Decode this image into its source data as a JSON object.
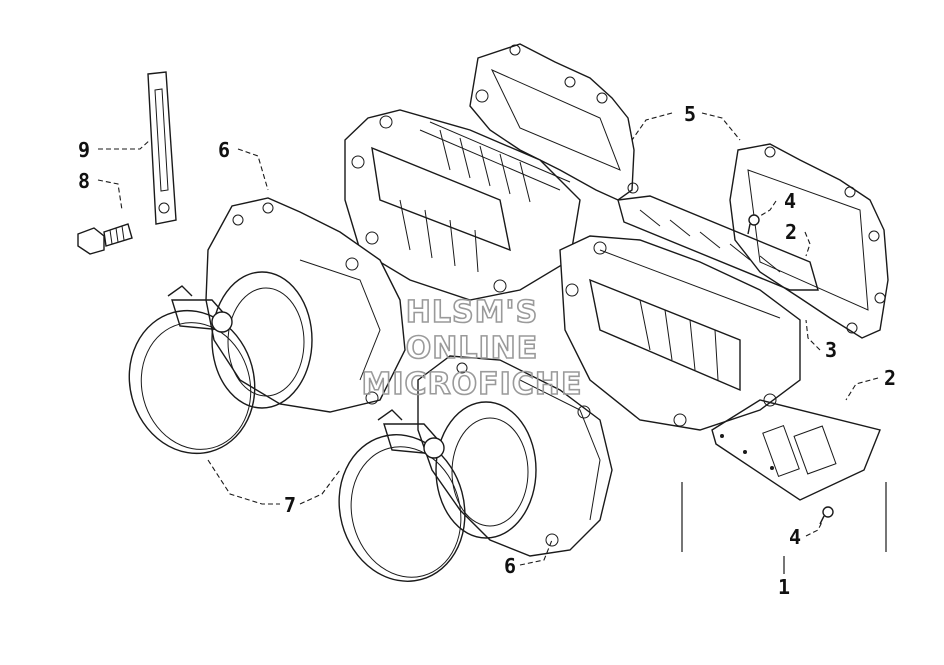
{
  "diagram": {
    "callouts": {
      "c1": "1",
      "c2a": "2",
      "c2b": "2",
      "c3": "3",
      "c4a": "4",
      "c4b": "4",
      "c5": "5",
      "c6a": "6",
      "c6b": "6",
      "c7": "7",
      "c8": "8",
      "c9": "9"
    },
    "watermark": {
      "line1": "HLSM'S",
      "line2": "ONLINE",
      "line3": "MICROFICHE"
    }
  }
}
